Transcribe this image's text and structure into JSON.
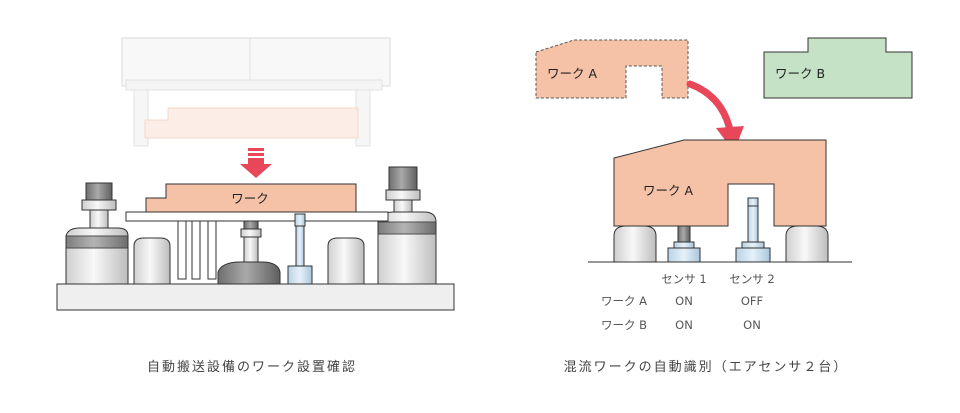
{
  "left_panel": {
    "work_label": "ワーク",
    "caption": "自動搬送設備のワーク設置確認"
  },
  "right_panel": {
    "work_a_label": "ワーク A",
    "work_b_label": "ワーク B",
    "placed_work_label": "ワーク A",
    "table": {
      "headers": [
        "センサ 1",
        "センサ 2"
      ],
      "rows": [
        {
          "label": "ワーク A",
          "values": [
            "ON",
            "OFF"
          ]
        },
        {
          "label": "ワーク B",
          "values": [
            "ON",
            "ON"
          ]
        }
      ]
    },
    "caption": "混流ワークの自動識別（エアセンサ２台）"
  },
  "colors": {
    "work_fill": "#f5c2a7",
    "work_b_fill": "#c5e2c6",
    "arrow_red": "#e8475a",
    "sensor_blue": "#cfe4f2",
    "machine_gray": "#e6e6e6",
    "outline": "#333333"
  }
}
